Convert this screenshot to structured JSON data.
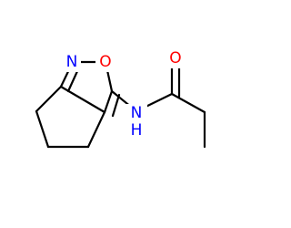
{
  "molecule": {
    "atoms": {
      "N_ring": {
        "symbol": "N",
        "color": "#0000ff"
      },
      "O_ring": {
        "symbol": "O",
        "color": "#ff0000"
      },
      "O_carbonyl": {
        "symbol": "O",
        "color": "#ff0000"
      },
      "N_amide": {
        "symbol": "N",
        "color": "#0000ff",
        "hydrogen": "H"
      }
    },
    "bond_color": "#000000",
    "background": "#ffffff"
  }
}
